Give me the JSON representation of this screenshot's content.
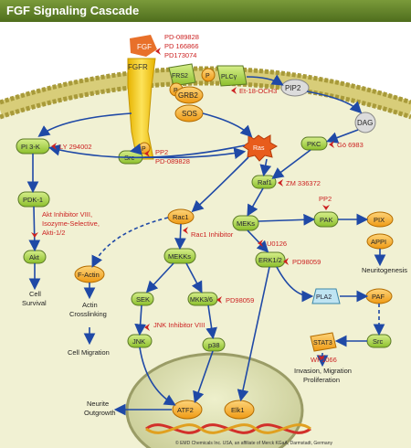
{
  "title": "FGF Signaling Cascade",
  "footer": "© EMD Chemicals Inc. USA, an affiliate of Merck KGaA, Darmstadt, Germany",
  "colors": {
    "title_bar": "#5b7a26",
    "cell_fill": "#f1f1d3",
    "inhibitor_red": "#cc2222",
    "arrow_blue": "#1f49a6",
    "green_node": "#9fca3a",
    "orange_node": "#f4a41a",
    "receptor_yellow": "#f2c416",
    "ligand_orange": "#e8702a",
    "nucleus_fill": "#dde0b0"
  },
  "nodes": {
    "fgf": "FGF",
    "fgfr": "FGFR",
    "frs2": "FRS2",
    "p": "P",
    "plcy": "PLCγ",
    "pip2": "PIP2",
    "dag": "DAG",
    "grb2": "GRB2",
    "sos": "SOS",
    "pi3k": "PI 3-K",
    "src1": "Src",
    "ras": "Ras",
    "pkc": "PKC",
    "raf1": "Raf1",
    "pdk1": "PDK-1",
    "akt": "Akt",
    "rac1": "Rac1",
    "mekks": "MEKKs",
    "meks": "MEKs",
    "pak": "PAK",
    "pix": "PIX",
    "appi": "APPI",
    "factin": "F-Actin",
    "erk": "ERK1/2",
    "sek": "SEK",
    "mkk": "MKK3/6",
    "pla2": "PLA2",
    "paf": "PAF",
    "jnk": "JNK",
    "p38": "p38",
    "stat3": "STAT3",
    "src2": "Src",
    "atf2": "ATF2",
    "elk1": "Elk1"
  },
  "inhibitors": {
    "fgfr_1": "PD-089828",
    "fgfr_2": "PD 166866",
    "fgfr_3": "PD173074",
    "et18": "Et-18-OCH3",
    "ly": "LY 294002",
    "pp2a": "PP2",
    "pp2b": "PD-089828",
    "go": "Gö 6983",
    "zm": "ZM 336372",
    "akt_1": "Akt Inhibitor VIII,",
    "akt_2": "Isozyme-Selective,",
    "akt_3": "Akti-1/2",
    "rac1_inh": "Rac1 Inhibitor",
    "pp2c": "PP2",
    "u0126": "U0126",
    "pd98059a": "PD98059",
    "pd98059b": "PD98059",
    "jnk_inh": "JNK Inhibitor VIII",
    "wp1066": "WP1066"
  },
  "outcomes": {
    "cell_survival_1": "Cell",
    "cell_survival_2": "Survival",
    "actin_1": "Actin",
    "actin_2": "Crosslinking",
    "cell_migration": "Cell Migration",
    "neuritogenesis": "Neuritogenesis",
    "invasion_1": "Invasion, Migration",
    "invasion_2": "Proliferation",
    "neurite_1": "Neurite",
    "neurite_2": "Outgrowth"
  }
}
